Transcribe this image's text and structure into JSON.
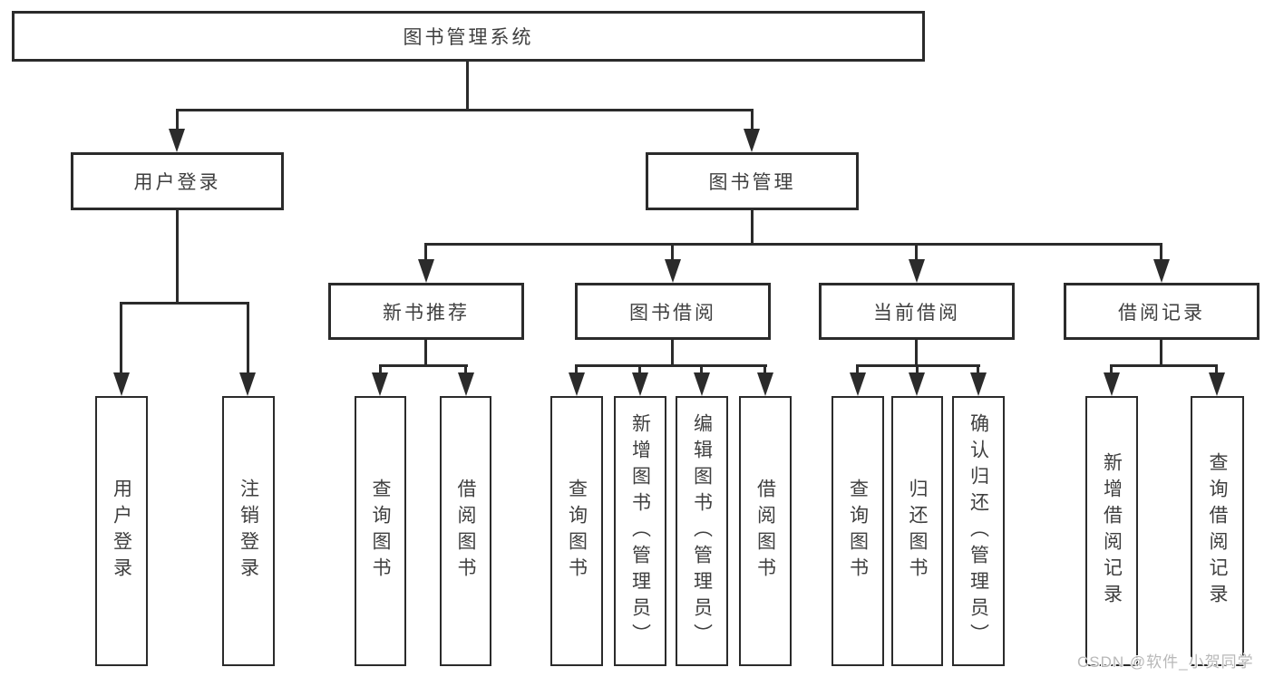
{
  "tree": {
    "label": "图书管理系统",
    "children": [
      {
        "label": "用户登录",
        "children": [
          {
            "label": "用户登录"
          },
          {
            "label": "注销登录"
          }
        ]
      },
      {
        "label": "图书管理",
        "children": [
          {
            "label": "新书推荐",
            "children": [
              {
                "label": "查询图书"
              },
              {
                "label": "借阅图书"
              }
            ]
          },
          {
            "label": "图书借阅",
            "children": [
              {
                "label": "查询图书"
              },
              {
                "label": "新增图书（管理员）"
              },
              {
                "label": "编辑图书（管理员）"
              },
              {
                "label": "借阅图书"
              }
            ]
          },
          {
            "label": "当前借阅",
            "children": [
              {
                "label": "查询图书"
              },
              {
                "label": "归还图书"
              },
              {
                "label": "确认归还（管理员）"
              }
            ]
          },
          {
            "label": "借阅记录",
            "children": [
              {
                "label": "新增借阅记录"
              },
              {
                "label": "查询借阅记录"
              }
            ]
          }
        ]
      }
    ]
  },
  "watermark": "CSDN @软件_小贺同学",
  "colors": {
    "line": "#2b2b2b",
    "text": "#3f3f3f",
    "watermark": "#b8b8b8",
    "background": "#ffffff"
  }
}
